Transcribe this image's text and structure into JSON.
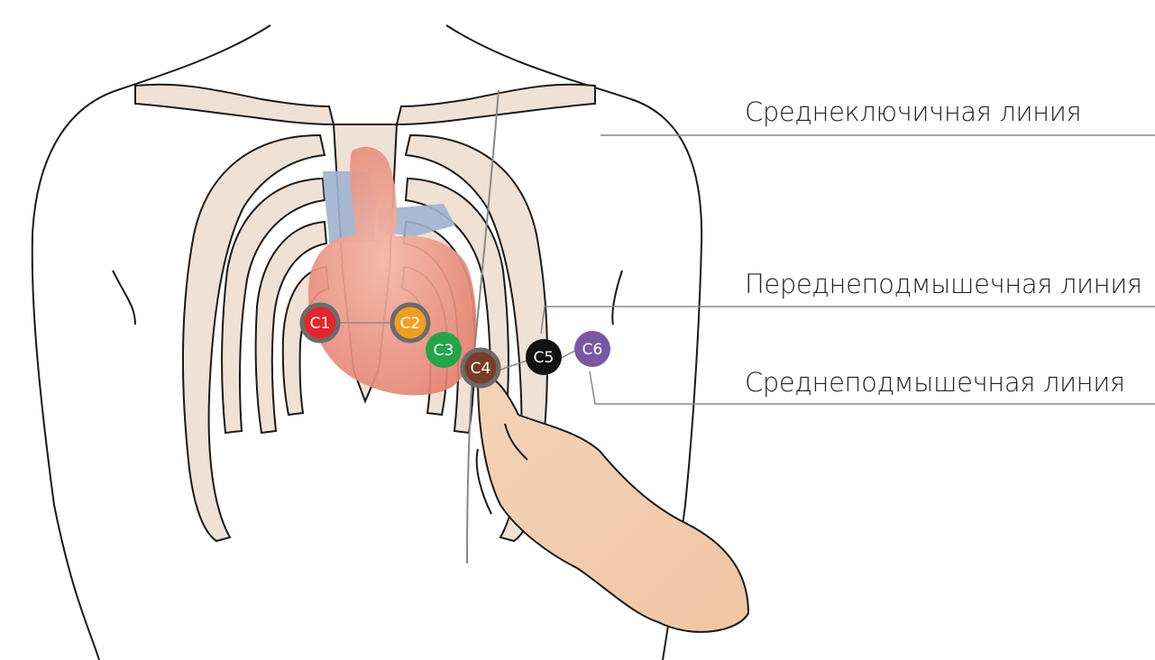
{
  "labels": {
    "midclavicular": "Среднеключичная линия",
    "anterior_axillary": "Переднеподмышечная линия",
    "mid_axillary": "Среднеподмышечная линия"
  },
  "electrodes": [
    {
      "id": "c1",
      "text": "C1",
      "color": "#e3262b"
    },
    {
      "id": "c2",
      "text": "C2",
      "color": "#f19d21"
    },
    {
      "id": "c3",
      "text": "C3",
      "color": "#24a548"
    },
    {
      "id": "c4",
      "text": "C4",
      "color": "#7a3b28"
    },
    {
      "id": "c5",
      "text": "C5",
      "color": "#111111"
    },
    {
      "id": "c6",
      "text": "C6",
      "color": "#7a56a6"
    }
  ],
  "colors": {
    "bone": "#efe1d4",
    "outline": "#1a1a1a",
    "heart": "#ec9a87",
    "vessels": "#9fb3cf",
    "skin": "#f3cdb0",
    "leader": "#888888"
  }
}
